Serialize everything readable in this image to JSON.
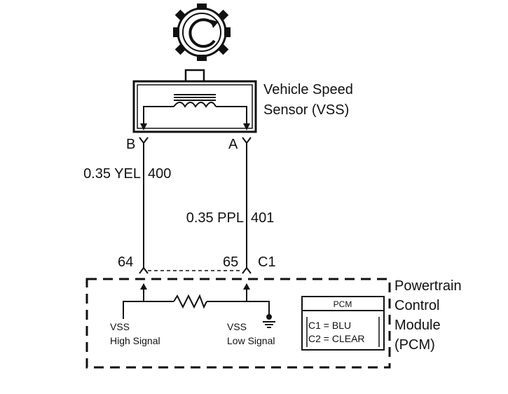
{
  "sensor": {
    "name_line1": "Vehicle Speed",
    "name_line2": "Sensor (VSS)",
    "pin_b": "B",
    "pin_a": "A",
    "icons": [
      "reluctor-wheel-icon",
      "coil-icon"
    ]
  },
  "wires": [
    {
      "gauge_color": "0.35 YEL",
      "circuit": "400"
    },
    {
      "gauge_color": "0.35 PPL",
      "circuit": "401"
    }
  ],
  "pcm_connector": {
    "pin_high": "64",
    "pin_low": "65",
    "connector": "C1"
  },
  "module": {
    "name_line1": "Powertrain",
    "name_line2": "Control",
    "name_line3": "Module",
    "name_line4": "(PCM)",
    "high_signal_line1": "VSS",
    "high_signal_line2": "High Signal",
    "low_signal_line1": "VSS",
    "low_signal_line2": "Low Signal",
    "icons": [
      "resistor-icon",
      "ground-icon"
    ]
  },
  "legend": {
    "title": "PCM",
    "rows": [
      "C1 = BLU",
      "C2 = CLEAR"
    ]
  },
  "colors": {
    "ink": "#111111",
    "background": "#ffffff"
  }
}
